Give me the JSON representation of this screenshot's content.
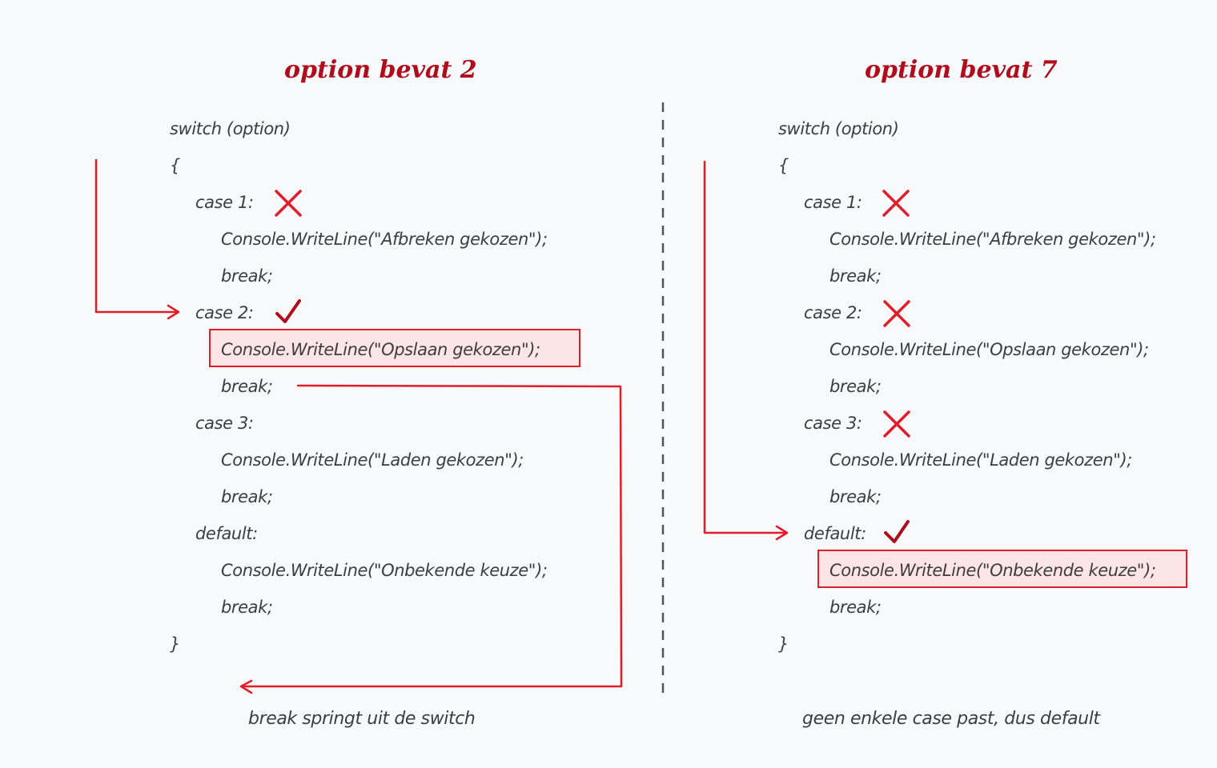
{
  "left": {
    "title": "option bevat 2",
    "lines": [
      "switch (option)",
      "{",
      "case 1:",
      "Console.WriteLine(\"Afbreken gekozen\");",
      "break;",
      "case 2:",
      "Console.WriteLine(\"Opslaan gekozen\");",
      "break;",
      "case 3:",
      "Console.WriteLine(\"Laden gekozen\");",
      "break;",
      "default:",
      "Console.WriteLine(\"Onbekende keuze\");",
      "break;",
      "}"
    ],
    "caption": "break springt uit de switch"
  },
  "right": {
    "title": "option bevat 7",
    "lines": [
      "switch (option)",
      "{",
      "case 1:",
      "Console.WriteLine(\"Afbreken gekozen\");",
      "break;",
      "case 2:",
      "Console.WriteLine(\"Opslaan gekozen\");",
      "break;",
      "case 3:",
      "Console.WriteLine(\"Laden gekozen\");",
      "break;",
      "default:",
      "Console.WriteLine(\"Onbekende keuze\");",
      "break;",
      "}"
    ],
    "caption": "geen enkele case past, dus default"
  },
  "icons": {
    "no_match": "cross-icon",
    "match": "checkmark-icon"
  },
  "colors": {
    "accent": "#e11d2a",
    "title": "#b00c1c",
    "text": "#3d3d3d",
    "highlight_fill": "#fde4e6",
    "divider": "#555555"
  }
}
